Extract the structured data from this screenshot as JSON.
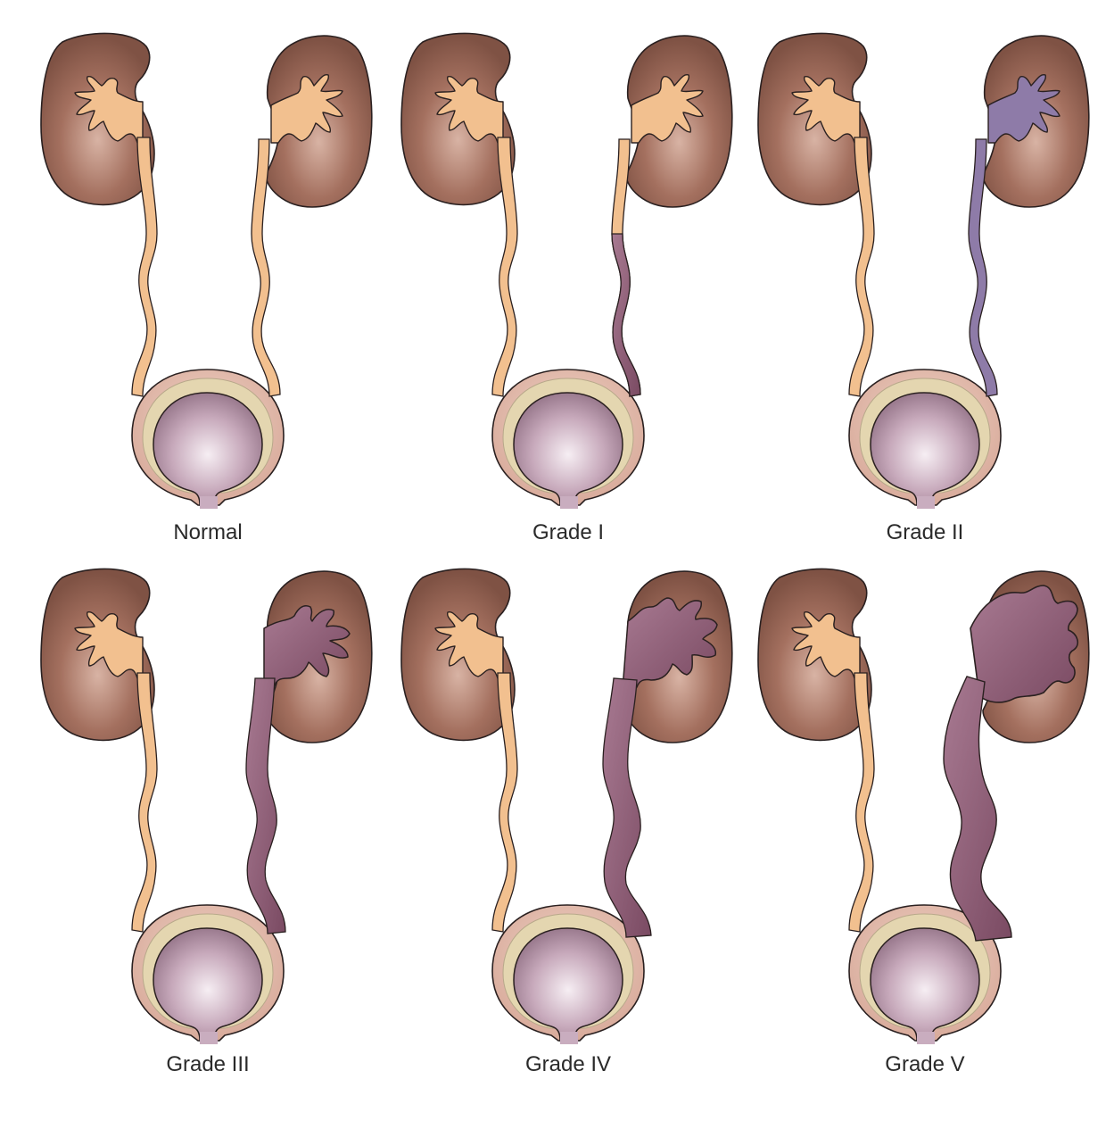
{
  "figure": {
    "title": "",
    "panels": [
      {
        "label": "Normal",
        "grade": 0
      },
      {
        "label": "Grade I",
        "grade": 1
      },
      {
        "label": "Grade II",
        "grade": 2
      },
      {
        "label": "Grade III",
        "grade": 3
      },
      {
        "label": "Grade IV",
        "grade": 4
      },
      {
        "label": "Grade V",
        "grade": 5
      }
    ]
  },
  "colors": {
    "kidney": "#9a6a5a",
    "kidney_light": "#c49a88",
    "normal_collecting": "#f2c08f",
    "grade_ii_reflux": "#8e7ba8",
    "reflux": "#8a5a72",
    "bladder_outer": "#e8c6b8",
    "bladder_band": "#e4d6b0",
    "bladder_inner": "#c9adbf",
    "outline": "#2a2020"
  }
}
